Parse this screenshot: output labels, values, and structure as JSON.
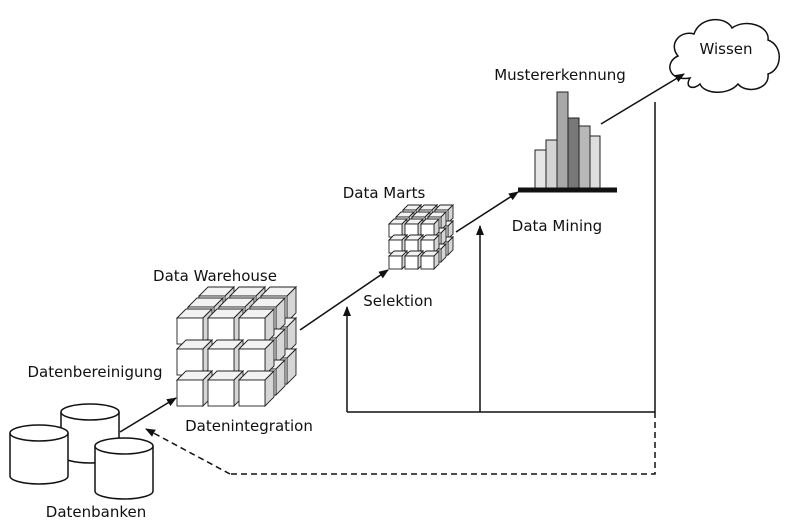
{
  "labels": {
    "wissen": "Wissen",
    "mustererkennung": "Mustererkennung",
    "data_marts": "Data Marts",
    "data_mining": "Data Mining",
    "data_warehouse": "Data Warehouse",
    "selektion": "Selektion",
    "datenbereinigung": "Datenbereinigung",
    "datenintegration": "Datenintegration",
    "datenbanken": "Datenbanken"
  }
}
